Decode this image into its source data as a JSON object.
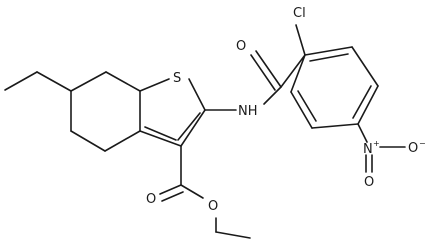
{
  "molecule": {
    "atoms": {
      "s1": "S",
      "o_amide": "O",
      "nh": "NH",
      "cl": "Cl",
      "n_nitro": "N",
      "n_plus": "+",
      "o_nitro_right": "O",
      "o_minus": "−",
      "o_nitro_bottom": "O",
      "o_ester_carbonyl": "O",
      "o_ester_ether": "O"
    }
  }
}
